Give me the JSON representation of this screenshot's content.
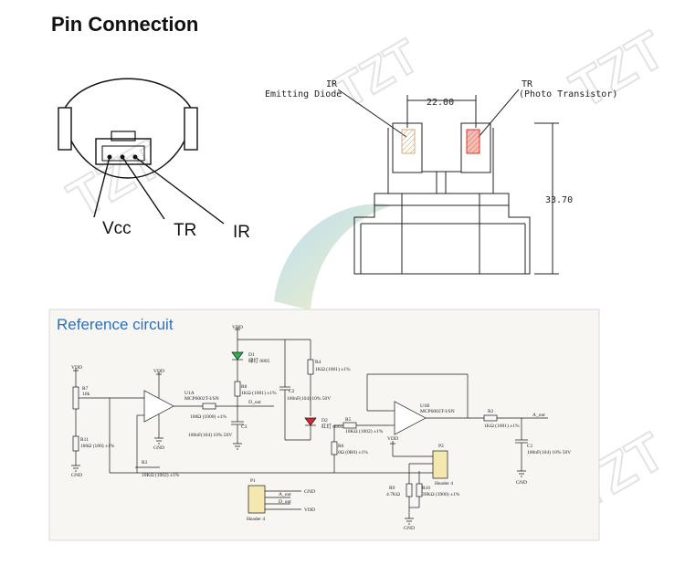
{
  "heading": "Pin Connection",
  "watermark": "TZT",
  "connector": {
    "pins": [
      "Vcc",
      "TR",
      "IR"
    ]
  },
  "sensor": {
    "ir_label": "IR",
    "ir_desc": "Emitting Diode",
    "tr_label": "TR",
    "tr_desc": "(Photo Transistor)",
    "width": "22.00",
    "height": "33.70"
  },
  "reference": {
    "title": "Reference circuit",
    "labels": {
      "vdd1": "VDD",
      "vdd2": "VDD",
      "vdd3": "VDD",
      "vdd4": "VDD",
      "r7": "R7",
      "r7v": "10k",
      "r11": "R11",
      "r11v": "180Ω (180) ±1%",
      "r3": "R3",
      "r3v": "10KΩ (1002) ±1%",
      "u1a": "U1A",
      "u1a_part": "MCP6002T-I/SN",
      "r4a": "R4",
      "r4av": "1KΩ (1001) ±1%",
      "d1": "D1",
      "d1v": "绿灯 0805",
      "r8": "R8",
      "r8v": "1KΩ (1001) ±1%",
      "c2": "C2",
      "c2v": "100nF(104) 10% 50V",
      "r1v": "100Ω (1000) ±1%",
      "dout": "D_out",
      "c3": "C3",
      "c3v": "100nF(104) 10% 50V",
      "r4": "R4",
      "r4v": "1KΩ (1001) ±1%",
      "d2": "D2",
      "d2v": "红灯 0805",
      "r5": "R5",
      "r5v": "10KΩ (1002) ±1%",
      "r6": "R6",
      "r6v": "0Ω (0R0) ±1%",
      "u1b": "U1B",
      "u1b_part": "MCP6002T-I/SN",
      "r2": "R2",
      "r2v": "1KΩ (1001) ±1%",
      "aout": "A_out",
      "c1": "C1",
      "c1v": "100nF(104) 10% 50V",
      "p2": "P2",
      "p2h": "Header 4",
      "r9": "R9",
      "r9v": "4.7KΩ",
      "r10": "R10",
      "r10v": "39KΩ (3900) ±1%",
      "p1": "P1",
      "p1h": "Header 4",
      "p1_aout": "A_out",
      "p1_dout": "D_out",
      "gnd": "GND"
    }
  },
  "colors": {
    "ir_fill": "#f6c9a0",
    "tr_fill": "#e23b2e",
    "led_green": "#2bb24c",
    "led_red": "#d8262a",
    "net_wire": "#1a1a1a"
  }
}
